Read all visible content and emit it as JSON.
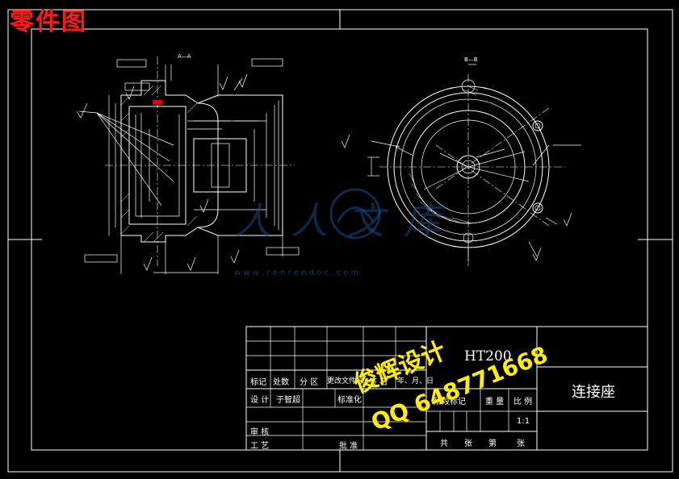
{
  "header": {
    "title": "零件图"
  },
  "section_a": {
    "label": "A—A"
  },
  "section_b": {
    "label": "B—B"
  },
  "title_block": {
    "material": "HT200",
    "part_name": "连接座",
    "scale": "1:1",
    "row_labels": {
      "mark": "标记",
      "count": "处数",
      "zone": "分 区",
      "change_doc": "更改文件号",
      "signature": "签 名",
      "date": "年、月、日"
    },
    "design_label": "设 计",
    "designer": "于智超",
    "standardize_label": "标准化",
    "stage_mark": "阶段标记",
    "weight": "重 量",
    "ratio": "比 例",
    "review": "审 核",
    "process": "工 艺",
    "approve": "批 准",
    "sheets": {
      "total": "共",
      "zhang1": "张",
      "no": "第",
      "zhang2": "张"
    }
  },
  "watermark": {
    "brand": "人人文库",
    "url": "w w w . r e n r e n d o c . c o m",
    "design_line": "俊辉设计",
    "qq_line": "QQ 648771668"
  }
}
